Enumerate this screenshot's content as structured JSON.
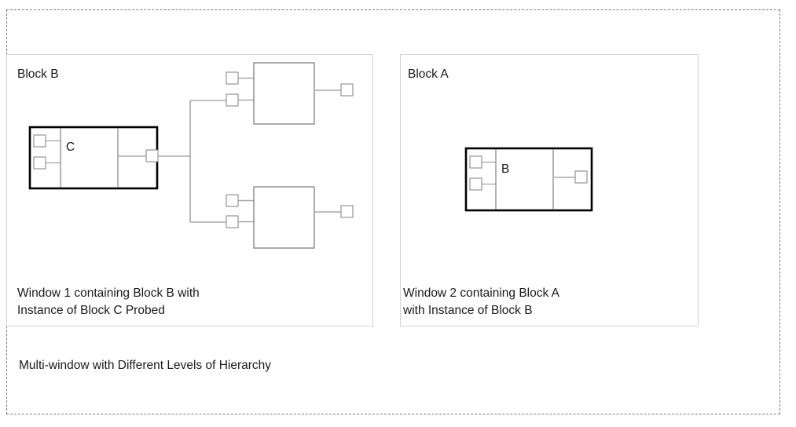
{
  "diagram": {
    "caption": "Multi-window with Different Levels of Hierarchy",
    "outer_frame": {
      "style": "dashed",
      "color": "#7b7b7b"
    }
  },
  "windows": [
    {
      "id": "window-1",
      "title": "Block B",
      "caption": "Window 1 containing Block B with\nInstance of Block C Probed",
      "border_color": "#d2d2d2",
      "blocks": [
        {
          "name": "C",
          "label": "C",
          "highlighted": true,
          "border_color": "#000000",
          "input_ports": 2,
          "output_ports": 1
        },
        {
          "name": "upper-subblock",
          "label": "",
          "highlighted": false,
          "border_color": "#767676",
          "input_ports": 2,
          "output_ports": 1
        },
        {
          "name": "lower-subblock",
          "label": "",
          "highlighted": false,
          "border_color": "#767676",
          "input_ports": 2,
          "output_ports": 1
        }
      ]
    },
    {
      "id": "window-2",
      "title": "Block A",
      "caption": "Window 2 containing Block A\nwith Instance of Block B",
      "border_color": "#d2d2d2",
      "blocks": [
        {
          "name": "B",
          "label": "B",
          "highlighted": true,
          "border_color": "#000000",
          "input_ports": 2,
          "output_ports": 1
        }
      ]
    }
  ],
  "colors": {
    "wire": "#a8a8a8",
    "port_stroke": "#8a8a8a",
    "block_thin_stroke": "#767676",
    "block_bold_stroke": "#000000",
    "panel_border": "#d2d2d2",
    "text": "#1a1a1a",
    "background": "#ffffff"
  }
}
